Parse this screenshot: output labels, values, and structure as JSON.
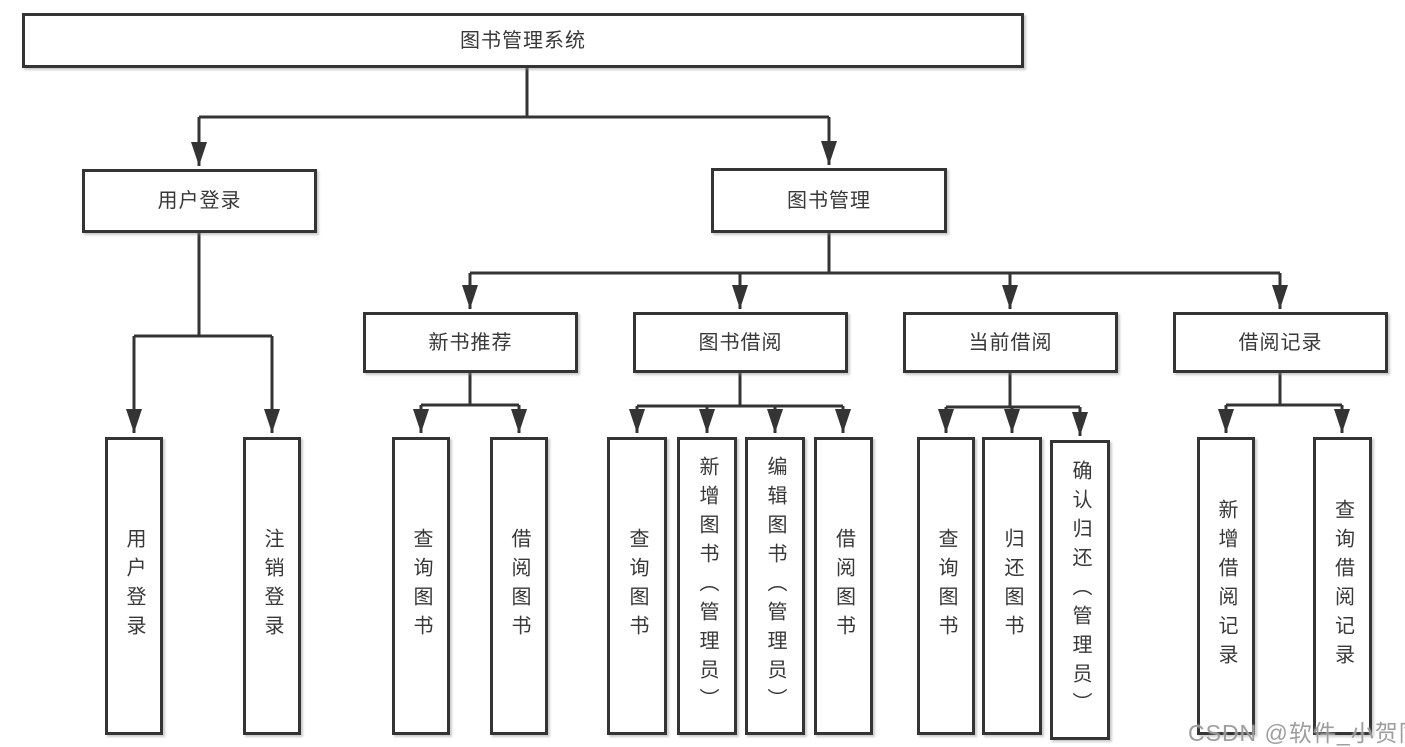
{
  "diagram": {
    "tree": {
      "label": "图书管理系统",
      "children": [
        {
          "label": "用户登录",
          "children": [
            {
              "label": "用户登录"
            },
            {
              "label": "注销登录"
            }
          ]
        },
        {
          "label": "图书管理",
          "children": [
            {
              "label": "新书推荐",
              "children": [
                {
                  "label": "查询图书"
                },
                {
                  "label": "借阅图书"
                }
              ]
            },
            {
              "label": "图书借阅",
              "children": [
                {
                  "label": "查询图书"
                },
                {
                  "label": "新增图书（管理员）"
                },
                {
                  "label": "编辑图书（管理员）"
                },
                {
                  "label": "借阅图书"
                }
              ]
            },
            {
              "label": "当前借阅",
              "children": [
                {
                  "label": "查询图书"
                },
                {
                  "label": "归还图书"
                },
                {
                  "label": "确认归还（管理员）"
                }
              ]
            },
            {
              "label": "借阅记录",
              "children": [
                {
                  "label": "新增借阅记录"
                },
                {
                  "label": "查询借阅记录"
                }
              ]
            }
          ]
        }
      ]
    },
    "colors": {
      "line": "#343434",
      "text": "#383838",
      "background": "#ffffff",
      "watermark": "#969696"
    }
  },
  "watermark": {
    "text": "CSDN @软件_小贺同学"
  }
}
